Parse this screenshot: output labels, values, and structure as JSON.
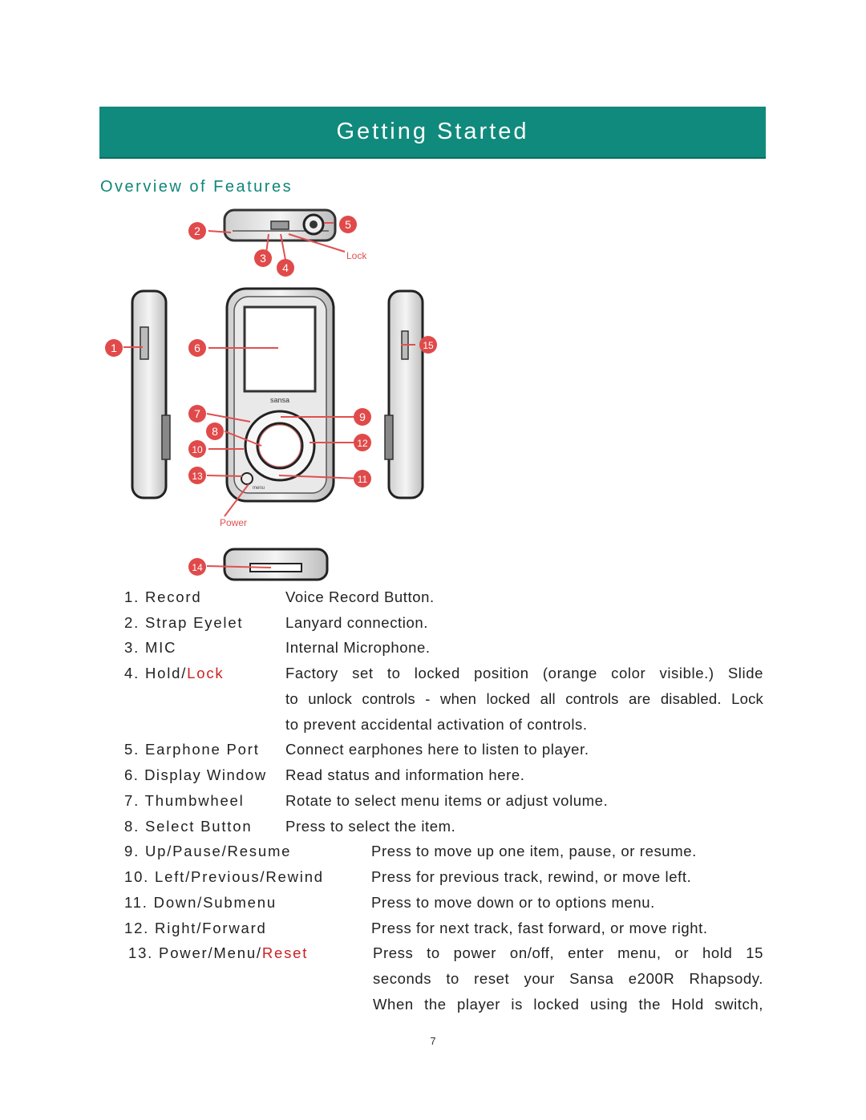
{
  "header": {
    "title": "Getting Started"
  },
  "section": {
    "title": "Overview of Features"
  },
  "diagram": {
    "callouts": [
      "1",
      "2",
      "3",
      "4",
      "5",
      "6",
      "7",
      "8",
      "9",
      "10",
      "11",
      "12",
      "13",
      "14",
      "15"
    ],
    "labels": {
      "lock": "Lock",
      "power": "Power",
      "brand": "sansa",
      "menu": "menu"
    }
  },
  "features": [
    {
      "term": "1. Record",
      "desc": "Voice Record Button."
    },
    {
      "term": "2. Strap Eyelet",
      "desc": "Lanyard connection."
    },
    {
      "term": "3. MIC",
      "desc": "Internal Microphone."
    },
    {
      "term_prefix": "4. Hold/",
      "term_highlight": "Lock",
      "desc_lines": [
        "Factory set to locked position (orange color visible.) Slide",
        "to unlock controls - when locked all controls are disabled. Lock",
        "to prevent accidental activation of controls."
      ]
    },
    {
      "term": "5. Earphone Port",
      "desc": "Connect earphones here to listen to player."
    },
    {
      "term": "6. Display Window",
      "desc": "Read status and information here."
    },
    {
      "term": "7. Thumbwheel",
      "desc": "Rotate to select menu items or adjust volume."
    },
    {
      "term": "8. Select Button",
      "desc": "Press to select the item."
    },
    {
      "term": "9. Up/Pause/Resume",
      "desc": "Press to move up one item, pause, or resume."
    },
    {
      "term": "10. Left/Previous/Rewind",
      "desc": "Press for previous track, rewind, or move left."
    },
    {
      "term": "11. Down/Submenu",
      "desc": "Press to move down or to options menu."
    },
    {
      "term": "12. Right/Forward",
      "desc": "Press for next track, fast forward, or move right."
    },
    {
      "term_prefix": "13. Power/Menu/",
      "term_highlight": "Reset",
      "desc_lines": [
        "Press to power on/off, enter menu, or hold 15",
        "seconds to reset your Sansa e200R Rhapsody.",
        "When the player is locked using the Hold switch,"
      ]
    }
  ],
  "footer": {
    "page_number": "7"
  },
  "colors": {
    "banner": "#108a7c",
    "heading": "#0f8678",
    "highlight": "#cc2222",
    "callout": "#e04a4a"
  }
}
